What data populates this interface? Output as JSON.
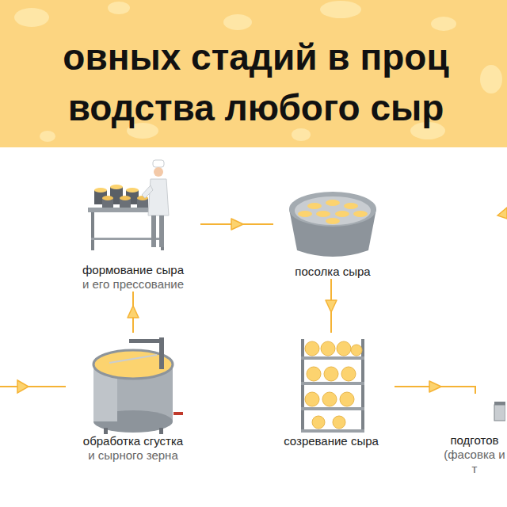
{
  "diagram": {
    "title": "овных стадий в проц водства любого сыр",
    "nodes": [
      {
        "text": [
          "формование сыра",
          "и его прессование"
        ]
      },
      {
        "text": [
          "посолка сыра"
        ]
      },
      {
        "text": [
          "обработка сгустка",
          "и сырного зерна"
        ]
      },
      {
        "text": [
          "созревание сыра"
        ]
      },
      {
        "text": [
          "подготов",
          "(фасовка и т"
        ]
      }
    ],
    "edges": [
      {
        "from": 2,
        "to": 0,
        "arrow": "to"
      },
      {
        "from": 0,
        "to": 1,
        "arrow": "to"
      },
      {
        "from": 1,
        "to": 3,
        "arrow": "to"
      },
      {
        "from": 3,
        "to": 4,
        "arrow": "to"
      }
    ]
  }
}
